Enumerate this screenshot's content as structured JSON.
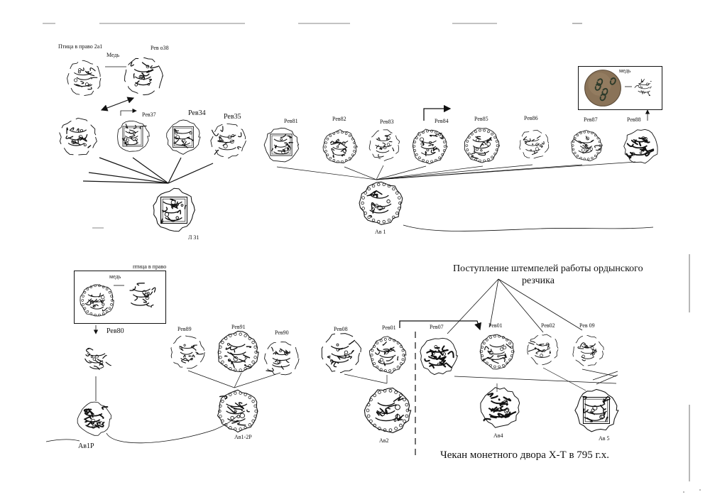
{
  "labels": {
    "bird_right_top": "Птица в право  2а1",
    "copper_top": "Медь",
    "rev_o38": "Рев о38",
    "rev37": "Рев37",
    "rev34": "Рев34",
    "rev35": "Рев35",
    "rev81": "Рев81",
    "rev82": "Рев82",
    "rev83": "Рев83",
    "rev84": "Рев84",
    "rev85": "Рев85",
    "rev86": "Рев86",
    "rev87": "Рев87",
    "rev88": "Рев88",
    "copper_box_right": "медь",
    "l31": "Л 31",
    "av1": "Ав 1",
    "bird_right_bottom": "птица в право",
    "copper_box_left": "медь",
    "rev80": "Рев80",
    "av1p": "Ав1Р",
    "rev89": "Рев89",
    "rev91": "Рев91",
    "rev90": "Рев90",
    "av12p": "Ав1-2Р",
    "rev08": "Рев08",
    "rev01_left": "Рев01",
    "av2": "Ав2",
    "rev07": "Рев07",
    "rev01_right": "Рев01",
    "rev02": "Рев02",
    "rev09": "Рев 09",
    "av4": "Ав4",
    "av5": "Ав 5",
    "incoming_line1": "Поступление штемпелей работы ордынского",
    "incoming_line2": "резчика",
    "mint_caption": "Чекан монетного двора Х-Т в 795 г.х."
  },
  "colors": {
    "ink": "#111111",
    "copper_coin": "#8a7358",
    "background": "#ffffff"
  }
}
